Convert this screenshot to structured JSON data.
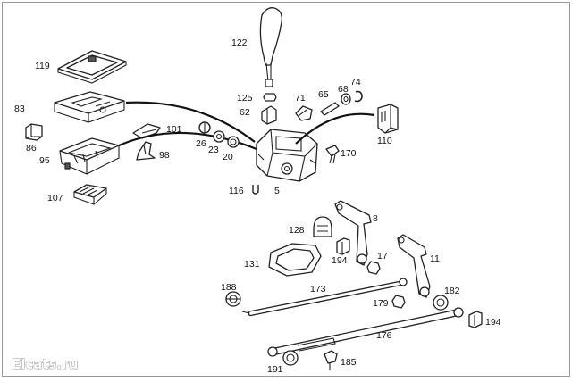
{
  "watermark": "Elcats.ru",
  "labels": {
    "p122": "122",
    "p119": "119",
    "p125": "125",
    "p71": "71",
    "p65": "65",
    "p68": "68",
    "p74": "74",
    "p62": "62",
    "p83": "83",
    "p101": "101",
    "p110": "110",
    "p86": "86",
    "p26": "26",
    "p23": "23",
    "p20": "20",
    "p95": "95",
    "p98": "98",
    "p170": "170",
    "p116": "116",
    "p5": "5",
    "p107": "107",
    "p8": "8",
    "p128": "128",
    "p194a": "194",
    "p17": "17",
    "p11": "11",
    "p131": "131",
    "p188": "188",
    "p173": "173",
    "p179": "179",
    "p182": "182",
    "p194b": "194",
    "p176": "176",
    "p191": "191",
    "p185": "185"
  }
}
